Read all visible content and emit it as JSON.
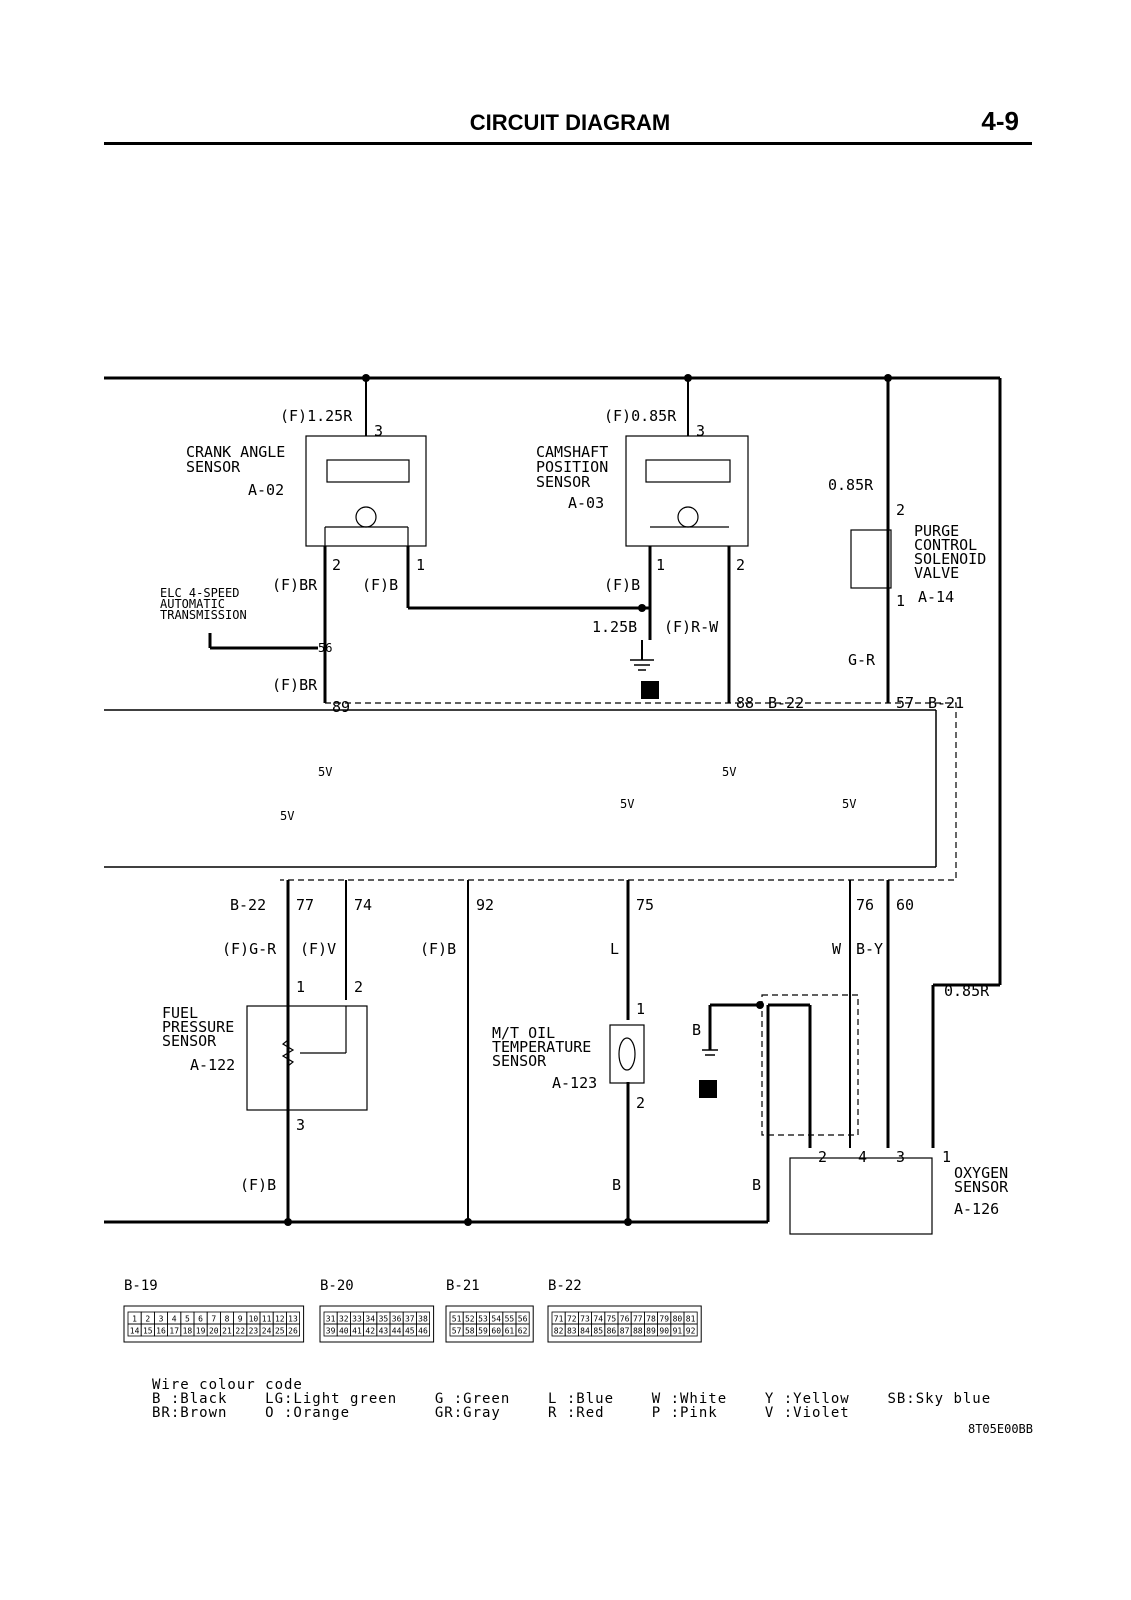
{
  "header": {
    "title": "CIRCUIT DIAGRAM",
    "page_number": "4-9"
  },
  "components": {
    "crank_angle_sensor": {
      "name_line1": "CRANK ANGLE",
      "name_line2": "SENSOR",
      "connector": "A-02"
    },
    "camshaft_position_sensor": {
      "name_line1": "CAMSHAFT",
      "name_line2": "POSITION",
      "name_line3": "SENSOR",
      "connector": "A-03"
    },
    "purge_control_solenoid_valve": {
      "name_line1": "PURGE",
      "name_line2": "CONTROL",
      "name_line3": "SOLENOID",
      "name_line4": "VALVE",
      "connector": "A-14"
    },
    "elc_transmission": {
      "name_line1": "ELC 4-SPEED",
      "name_line2": "AUTOMATIC",
      "name_line3": "TRANSMISSION",
      "connector_pin": "56"
    },
    "fuel_pressure_sensor": {
      "name_line1": "FUEL",
      "name_line2": "PRESSURE",
      "name_line3": "SENSOR",
      "connector": "A-122"
    },
    "mt_oil_temperature_sensor": {
      "name_line1": "M/T OIL",
      "name_line2": "TEMPERATURE",
      "name_line3": "SENSOR",
      "connector": "A-123"
    },
    "oxygen_sensor": {
      "name_line1": "OXYGEN",
      "name_line2": "SENSOR",
      "connector": "A-126"
    }
  },
  "wires": {
    "w_crank_pin3": "(F)1.25R",
    "w_cam_pin3": "(F)0.85R",
    "w_purge_pin2": "0.85R",
    "w_crank_pin2": "(F)BR",
    "w_crank_pin1": "(F)B",
    "w_cam_pin1": "(F)B",
    "w_ground3": "1.25B",
    "w_cam_pin2": "(F)R-W",
    "w_purge_pin1": "G-R",
    "w_elc_br": "(F)BR",
    "w_fuel_pin1": "(F)G-R",
    "w_fuel_pin2": "(F)V",
    "w_ecu92": "(F)B",
    "w_oil_pin1": "L",
    "w_o2_pin4": "W",
    "w_o2_pin3": "B-Y",
    "w_o2_pin1": "0.85R",
    "w_ground2": "B",
    "w_fuel_pin3": "(F)B",
    "w_oil_pin2": "B",
    "w_o2_b": "B"
  },
  "pins": {
    "p3a": "3",
    "p3b": "3",
    "p2a": "2",
    "p1a": "1",
    "p1b": "1",
    "p2b": "2",
    "p2c": "2",
    "p1c": "1",
    "ecu89": "89",
    "ecu88": "88",
    "ecu57": "57",
    "ecu77": "77",
    "ecu74": "74",
    "ecu92": "92",
    "ecu75": "75",
    "ecu76": "76",
    "ecu60": "60",
    "fp1": "1",
    "fp2": "2",
    "fp3": "3",
    "oil1": "1",
    "oil2": "2",
    "o2_2": "2",
    "o2_4": "4",
    "o2_3": "3",
    "o2_1": "1"
  },
  "ecu_connectors": {
    "b22_top": "B-22",
    "b21_top": "B-21",
    "b22_left": "B-22"
  },
  "voltages": {
    "v1": "5V",
    "v2": "5V",
    "v3": "5V",
    "v4": "5V",
    "v5": "5V"
  },
  "grounds": {
    "g3": "3",
    "g2": "2"
  },
  "connector_views": [
    {
      "label": "B-19",
      "row1": [
        "1",
        "2",
        "3",
        "4",
        "5",
        "6",
        "7",
        "8",
        "9",
        "10",
        "11",
        "12",
        "13"
      ],
      "row2": [
        "14",
        "15",
        "16",
        "17",
        "18",
        "19",
        "20",
        "21",
        "22",
        "23",
        "24",
        "25",
        "26"
      ]
    },
    {
      "label": "B-20",
      "row1": [
        "31",
        "32",
        "33",
        "34",
        "35",
        "36",
        "37",
        "38"
      ],
      "row2": [
        "39",
        "40",
        "41",
        "42",
        "43",
        "44",
        "45",
        "46"
      ]
    },
    {
      "label": "B-21",
      "row1": [
        "51",
        "52",
        "53",
        "54",
        "55",
        "56"
      ],
      "row2": [
        "57",
        "58",
        "59",
        "60",
        "61",
        "62"
      ]
    },
    {
      "label": "B-22",
      "row1": [
        "71",
        "72",
        "73",
        "74",
        "75",
        "76",
        "77",
        "78",
        "79",
        "80",
        "81"
      ],
      "row2": [
        "82",
        "83",
        "84",
        "85",
        "86",
        "87",
        "88",
        "89",
        "90",
        "91",
        "92"
      ]
    }
  ],
  "legend": {
    "title": "Wire colour code",
    "row1": "B :Black    LG:Light green    G :Green    L :Blue    W :White    Y :Yellow    SB:Sky blue",
    "row2": "BR:Brown    O :Orange         GR:Gray     R :Red     P :Pink     V :Violet"
  },
  "figure_code": "8T05E00BB"
}
